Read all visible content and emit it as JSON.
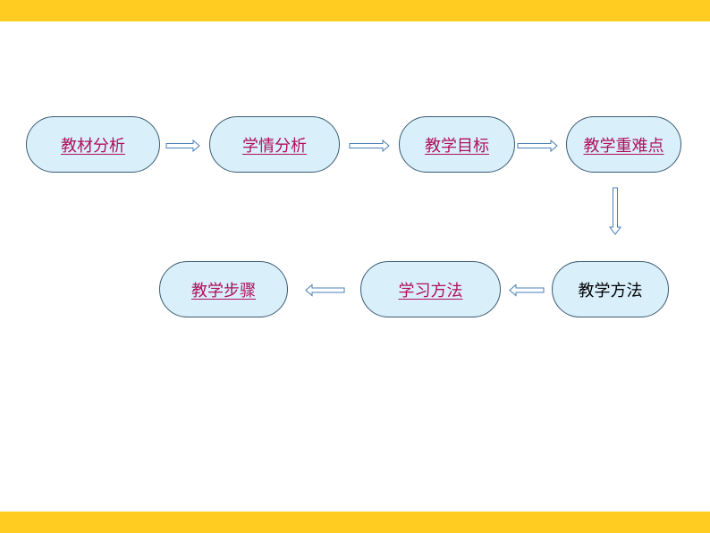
{
  "theme": {
    "bar_color": "#FFCC22",
    "node_fill": "#D9F0FB",
    "node_border": "#3A5A72",
    "link_text_color": "#B0105A",
    "plain_text_color": "#000000",
    "arrow_fill": "#FFFFFF",
    "arrow_stroke": "#4A7FB8"
  },
  "flow": {
    "nodes": [
      {
        "id": "teaching-material-analysis",
        "label": "教材分析",
        "is_link": true
      },
      {
        "id": "student-analysis",
        "label": "学情分析",
        "is_link": true
      },
      {
        "id": "teaching-objectives",
        "label": "教学目标",
        "is_link": true
      },
      {
        "id": "key-difficult-points",
        "label": "教学重难点",
        "is_link": true
      },
      {
        "id": "teaching-methods",
        "label": "教学方法",
        "is_link": false
      },
      {
        "id": "learning-methods",
        "label": "学习方法",
        "is_link": true
      },
      {
        "id": "teaching-steps",
        "label": "教学步骤",
        "is_link": true
      }
    ]
  }
}
